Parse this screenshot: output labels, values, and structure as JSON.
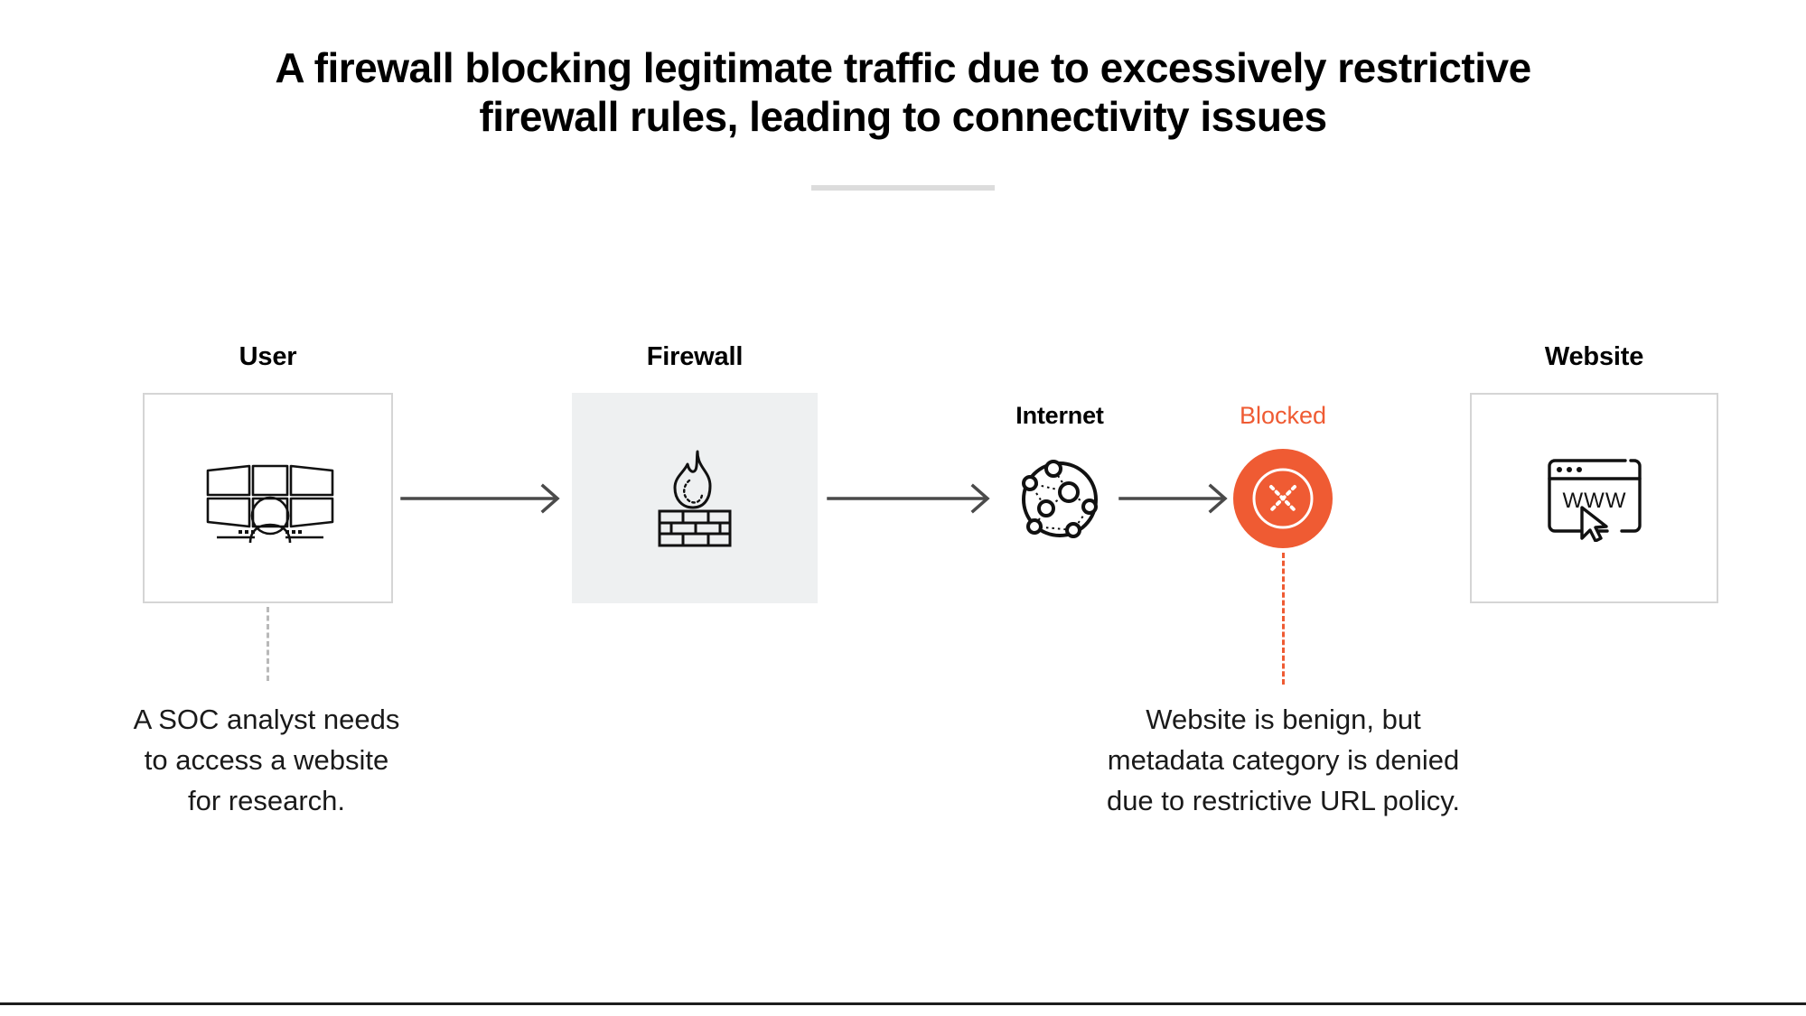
{
  "page": {
    "title": "A firewall blocking legitimate traffic due to excessively restrictive firewall rules, leading to connectivity issues",
    "background_color": "#ffffff",
    "divider_color": "#dcdcdc",
    "bottom_rule_color": "#1d1d1d"
  },
  "colors": {
    "accent_orange": "#ef5b33",
    "arrow_gray": "#4a4a4a",
    "box_border_gray": "#d5d5d5",
    "box_fill_gray": "#eef0f1",
    "leader_gray": "#b9b9b9",
    "text_black": "#111111"
  },
  "nodes": {
    "user": {
      "label": "User",
      "icon": "soc-analyst-workstation-icon",
      "box_style": "outlined"
    },
    "firewall": {
      "label": "Firewall",
      "icon": "firewall-flame-brick-icon",
      "box_style": "filled"
    },
    "internet": {
      "label": "Internet",
      "icon": "network-globe-icon"
    },
    "blocked": {
      "label": "Blocked",
      "icon": "blocked-x-circle-icon",
      "label_color": "#ef5b33"
    },
    "website": {
      "label": "Website",
      "icon": "browser-www-cursor-icon",
      "box_style": "outlined"
    }
  },
  "arrows": [
    {
      "name": "arrow-user-to-firewall",
      "from": "user",
      "to": "firewall"
    },
    {
      "name": "arrow-firewall-to-internet",
      "from": "firewall",
      "to": "internet"
    },
    {
      "name": "arrow-internet-to-blocked",
      "from": "internet",
      "to": "blocked"
    }
  ],
  "captions": {
    "user": "A SOC analyst needs\nto access a website\nfor research.",
    "blocked": "Website is benign, but\nmetadata category is denied\ndue to restrictive URL policy."
  }
}
